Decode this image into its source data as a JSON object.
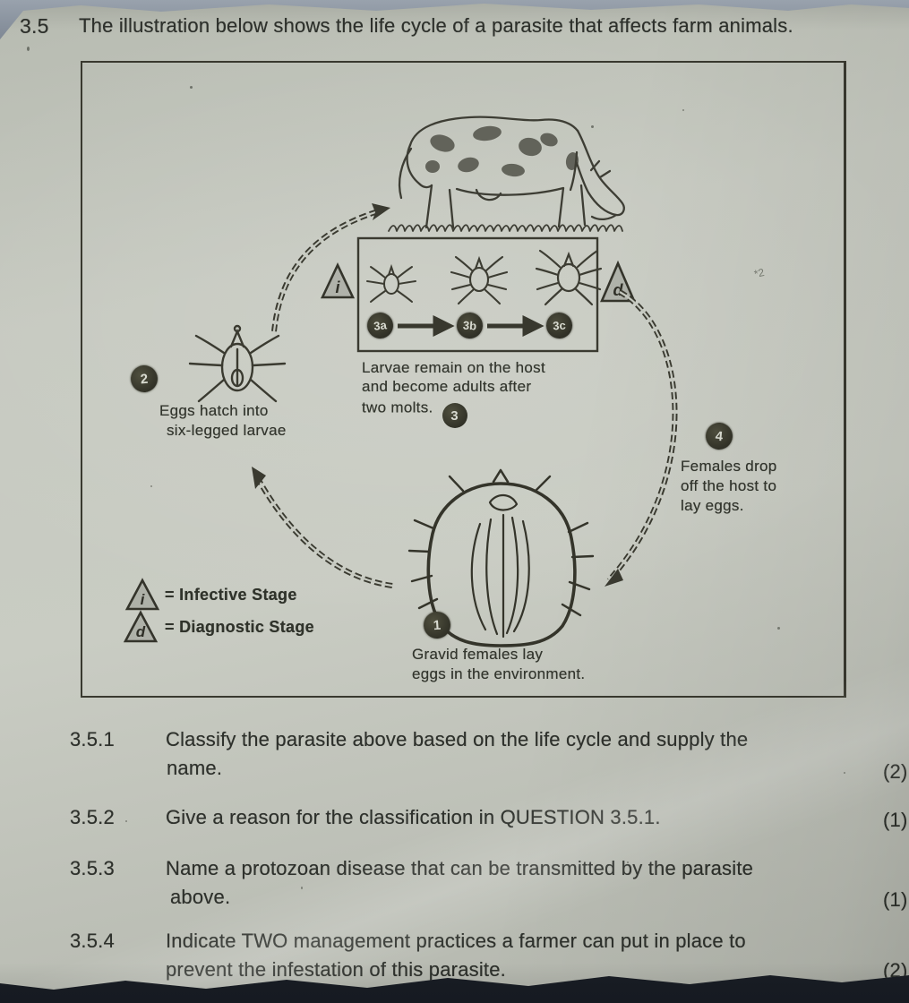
{
  "header": {
    "number": "3.5",
    "text": "The illustration below shows the life cycle of a parasite that affects farm animals."
  },
  "diagram": {
    "inner_box": {
      "stage_labels": [
        "3a",
        "3b",
        "3c"
      ],
      "caption_lines": [
        "Larvae remain on the host",
        "and become adults after",
        "two molts."
      ],
      "caption_badge": "3"
    },
    "stage1": {
      "badge": "1",
      "lines": [
        "Gravid females lay",
        "eggs in the environment."
      ]
    },
    "stage2": {
      "badge": "2",
      "lines": [
        "Eggs hatch into",
        "six-legged larvae"
      ]
    },
    "stage4": {
      "badge": "4",
      "lines": [
        "Females drop",
        "off the host to",
        "lay eggs."
      ]
    },
    "legend": [
      {
        "symbol": "i",
        "label": "= Infective Stage"
      },
      {
        "symbol": "d",
        "label": "= Diagnostic Stage"
      }
    ],
    "stray_mark": "*2"
  },
  "questions": [
    {
      "number": "3.5.1",
      "lines": [
        "Classify the parasite above based on the life cycle and supply the",
        "name."
      ],
      "marks": "(2)"
    },
    {
      "number": "3.5.2",
      "lines": [
        "Give a reason for the classification in QUESTION 3.5.1.",
        ""
      ],
      "marks": "(1)"
    },
    {
      "number": "3.5.3",
      "lines": [
        "Name a protozoan disease that can be transmitted by the parasite",
        "above."
      ],
      "marks": "(1)"
    },
    {
      "number": "3.5.4",
      "lines": [
        "Indicate TWO management practices a farmer can put in place to",
        "prevent the infestation of this parasite."
      ],
      "marks": "(2)"
    }
  ]
}
